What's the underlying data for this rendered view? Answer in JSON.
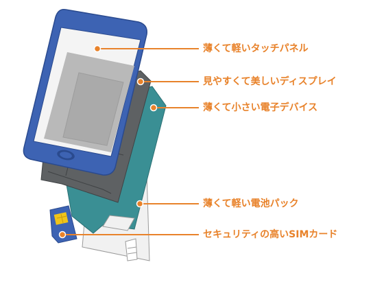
{
  "colors": {
    "accent": "#e8822a",
    "phone_frame": "#3d63b3",
    "screen_glass": "#f4f4f4",
    "display_gray": "#b9b9b9",
    "board_dark": "#5e6163",
    "board_teal": "#3a8f94",
    "battery_white": "#f1f1f1",
    "sim_blue": "#3d63b3",
    "sim_chip": "#f0c419"
  },
  "callouts": [
    {
      "id": "touch-panel",
      "text": "薄くて軽いタッチパネル"
    },
    {
      "id": "display",
      "text": "見やすくて美しいディスプレイ"
    },
    {
      "id": "electronics",
      "text": "薄くて小さい電子デバイス"
    },
    {
      "id": "battery",
      "text": "薄くて軽い電池パック"
    },
    {
      "id": "sim-card",
      "text": "セキュリティの高いSIMカード"
    }
  ]
}
